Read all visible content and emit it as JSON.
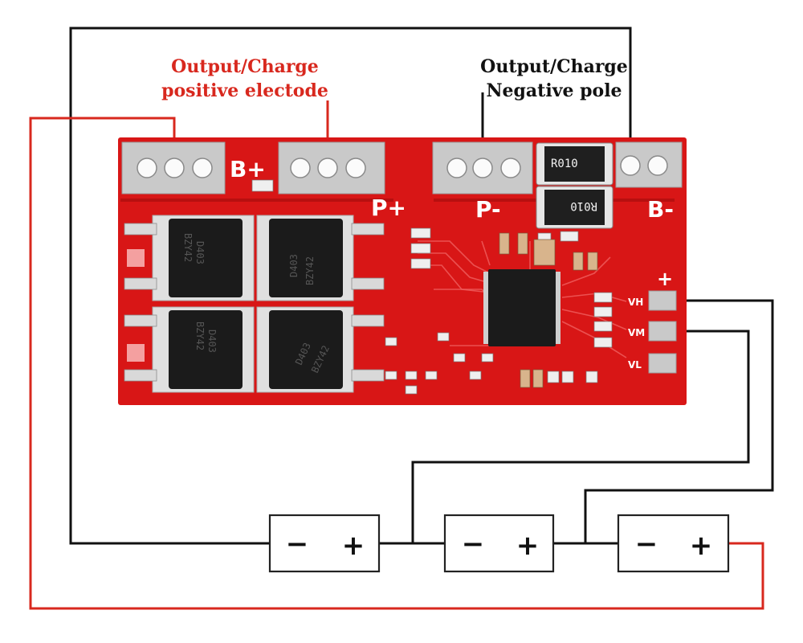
{
  "labels": {
    "positive_callout_line1": "Output/Charge",
    "positive_callout_line2": "positive electode",
    "negative_callout_line1": "Output/Charge",
    "negative_callout_line2": "Negative pole"
  },
  "board": {
    "pad_labels": {
      "b_plus": "B+",
      "p_plus": "P+",
      "p_minus": "P-",
      "b_minus": "B-",
      "plus_side": "+"
    },
    "resistors": [
      "R010",
      "R010"
    ],
    "mosfets": [
      {
        "line1": "D403",
        "line2": "BZY42"
      },
      {
        "line1": "D403",
        "line2": "BZY42"
      },
      {
        "line1": "D403",
        "line2": "BZY42"
      },
      {
        "line1": "D403",
        "line2": "BZY42"
      }
    ],
    "balance_labels": [
      "VH",
      "VM",
      "VL"
    ]
  },
  "batteries": [
    {
      "minus": "−",
      "plus": "+"
    },
    {
      "minus": "−",
      "plus": "+"
    },
    {
      "minus": "−",
      "plus": "+"
    }
  ],
  "colors": {
    "board": "#d81616",
    "positive_wire": "#d8281e",
    "negative_wire": "#111111",
    "positive_label": "#d8281e",
    "negative_label": "#111111"
  }
}
